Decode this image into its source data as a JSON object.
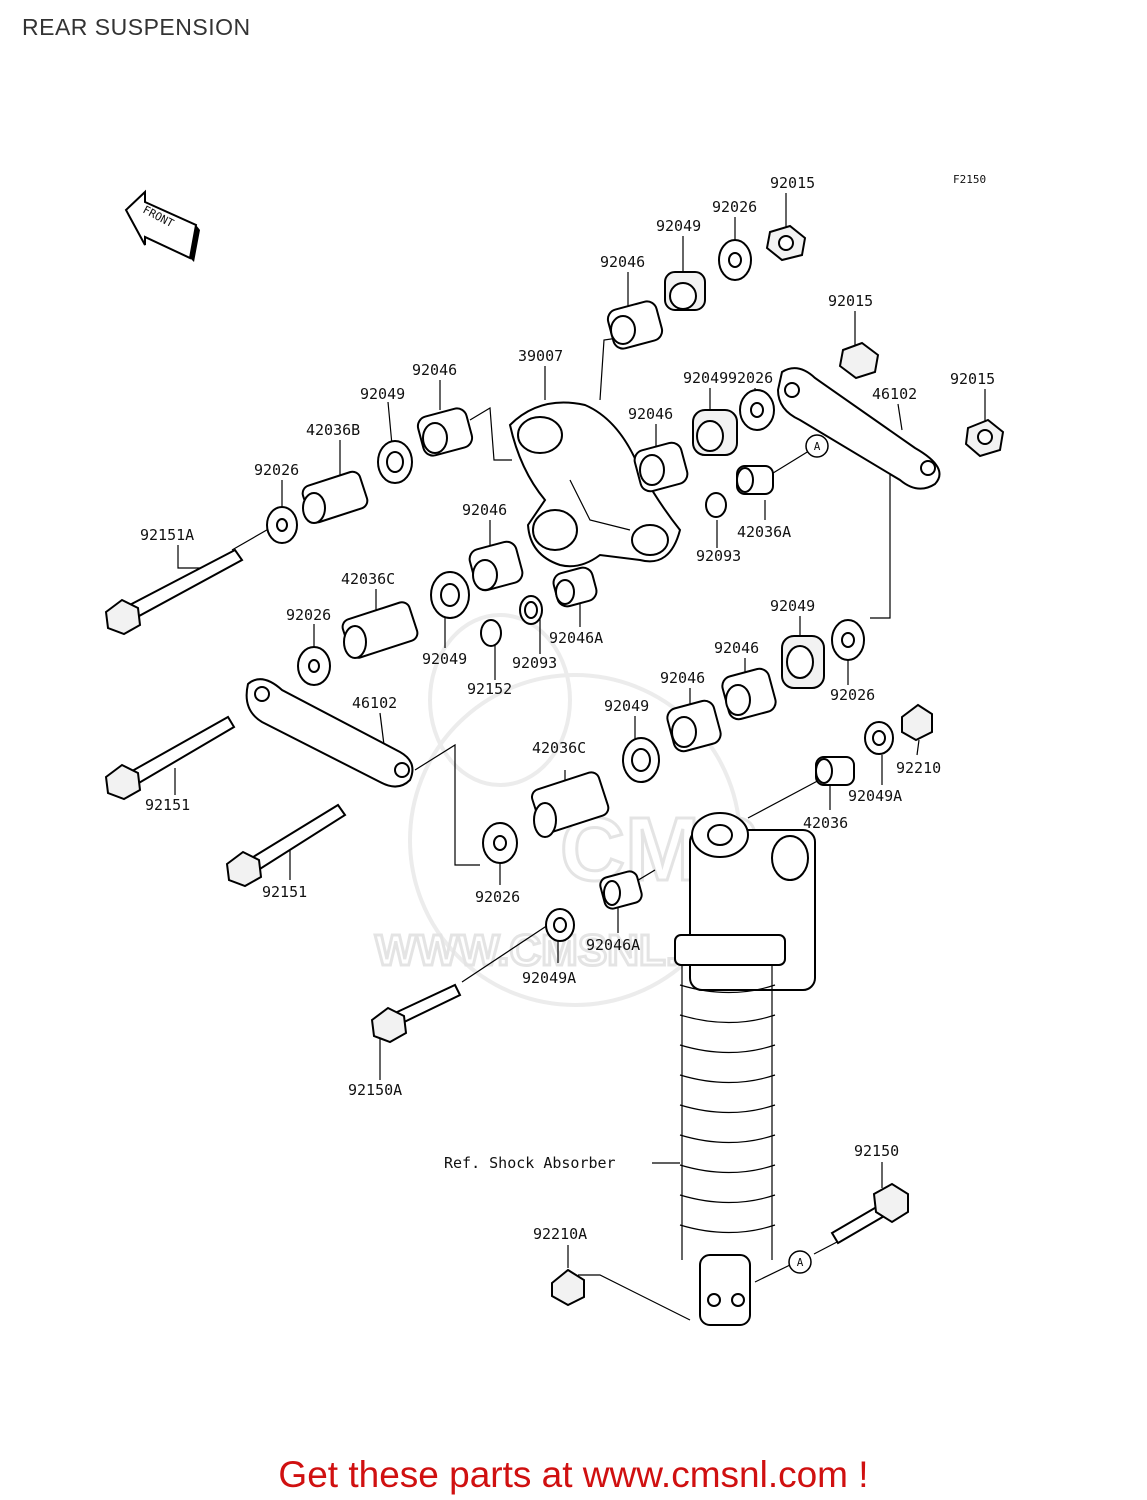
{
  "page_title": "REAR SUSPENSION",
  "figure_code": "F2150",
  "front_marker": "FRONT",
  "ref_marker": "A",
  "watermark": {
    "brand": "CMS",
    "url": "WWW.CMSNL.COM"
  },
  "part_labels": {
    "l01": "92015",
    "l02": "92026",
    "l03": "92049",
    "l04": "92046",
    "l05": "92015",
    "l06": "39007",
    "l07": "92026",
    "l08": "92049",
    "l09": "92046",
    "l10": "46102",
    "l11": "92015",
    "l12": "92046",
    "l13": "92049",
    "l14": "42036B",
    "l15": "92026",
    "l16": "42036A",
    "l17": "92151A",
    "l18": "92046",
    "l19": "92093",
    "l20": "42036C",
    "l21": "92026",
    "l22": "92049",
    "l23": "92093",
    "l24": "92046A",
    "l25": "92152",
    "l26": "92049",
    "l27": "92046",
    "l28": "92026",
    "l29": "92046",
    "l30": "92049",
    "l31": "46102",
    "l32": "42036C",
    "l33": "92210",
    "l34": "92049A",
    "l35": "92151",
    "l36": "42036",
    "l37": "92151",
    "l38": "92026",
    "l39": "92046A",
    "l40": "92049A",
    "l41": "92150A",
    "l42": "Ref. Shock Absorber",
    "l43": "92150",
    "l44": "92210A"
  },
  "promo_text": "Get these parts at www.cmsnl.com !",
  "colors": {
    "promo": "#d01010",
    "line": "#000000",
    "watermark": "#e4e4e4"
  }
}
